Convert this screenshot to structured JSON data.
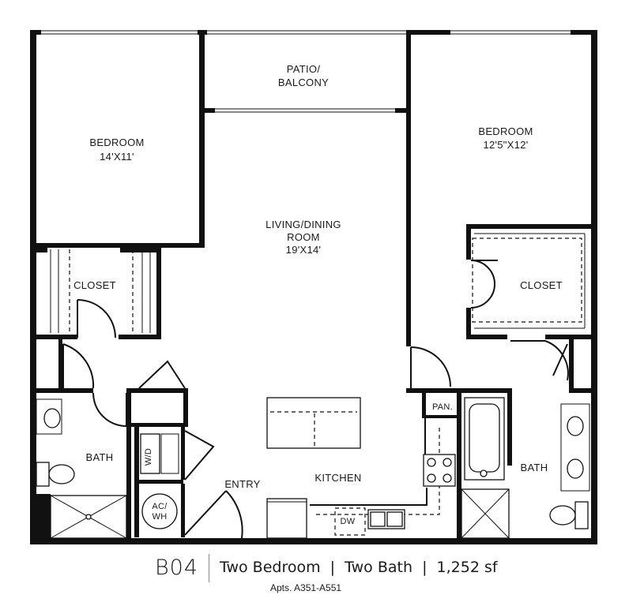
{
  "rooms": {
    "bedroom_left": {
      "name": "BEDROOM",
      "size": "14'X11'"
    },
    "patio": {
      "line1": "PATIO/",
      "line2": "BALCONY"
    },
    "bedroom_right": {
      "name": "BEDROOM",
      "size": "12'5\"X12'"
    },
    "living": {
      "line1": "LIVING/DINING",
      "line2": "ROOM",
      "size": "19'X14'"
    },
    "closet_left": "CLOSET",
    "closet_right": "CLOSET",
    "bath_left": "BATH",
    "bath_right": "BATH",
    "kitchen": "KITCHEN",
    "entry": "ENTRY",
    "pantry": "PAN.",
    "washer_dryer": "W/D",
    "ac_wh_line1": "AC/",
    "ac_wh_line2": "WH",
    "dishwasher": "DW"
  },
  "caption": {
    "unit_code": "B04",
    "description": "Two Bedroom  |  Two Bath  |  1,252 sf",
    "apartments": "Apts. A351-A551"
  }
}
